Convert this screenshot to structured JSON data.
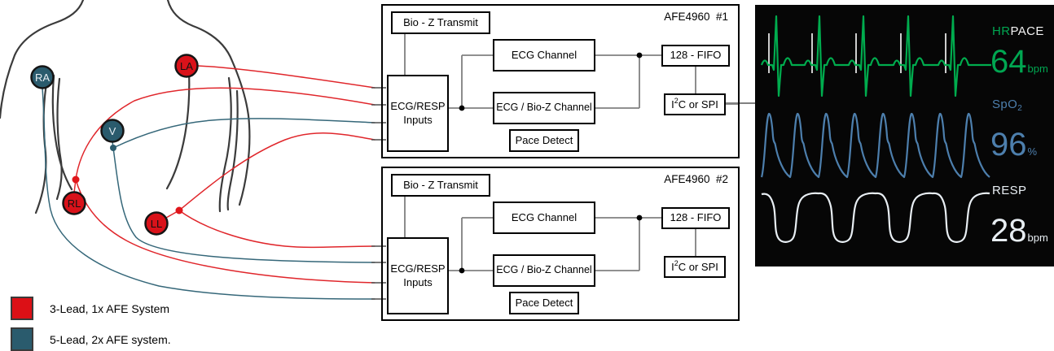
{
  "legend": {
    "items": [
      {
        "label": "3-Lead, 1x AFE System",
        "color": "#dc1016"
      },
      {
        "label": "5-Lead, 2x AFE system.",
        "color": "#2a5b6d"
      }
    ]
  },
  "electrodes": {
    "ra": {
      "label": "RA",
      "color": "#2a5b6d"
    },
    "la": {
      "label": "LA",
      "color": "#d9121a"
    },
    "v": {
      "label": "V",
      "color": "#2a5b6d"
    },
    "rl": {
      "label": "RL",
      "color": "#d9121a"
    },
    "ll": {
      "label": "LL",
      "color": "#d9121a"
    }
  },
  "afe": {
    "units": [
      {
        "title": "AFE4960  #1"
      },
      {
        "title": "AFE4960  #2"
      }
    ],
    "blocks": {
      "bioz": "Bio - Z Transmit",
      "inputs_line1": "ECG/RESP",
      "inputs_line2": "Inputs",
      "ecg_channel": "ECG Channel",
      "ecg_bioz_channel": "ECG / Bio-Z Channel",
      "pace_detect": "Pace Detect",
      "fifo": "128 - FIFO",
      "i2c_pre": "I",
      "i2c_sup": "2",
      "i2c_post": "C or SPI"
    }
  },
  "monitor": {
    "hr_label": "HR",
    "pace_label": "PACE",
    "hr_value": "64",
    "hr_unit": "bpm",
    "spo2_label": "SpO",
    "spo2_sub": "2",
    "spo2_value": "96",
    "spo2_unit": "%",
    "resp_label": "RESP",
    "resp_value": "28",
    "resp_unit": "bpm",
    "colors": {
      "ecg_green": "#00ac4e",
      "spo2_blue": "#4d7fad",
      "resp_white": "#e8eef3",
      "pace_white": "#ffffff",
      "background": "#060606"
    }
  }
}
